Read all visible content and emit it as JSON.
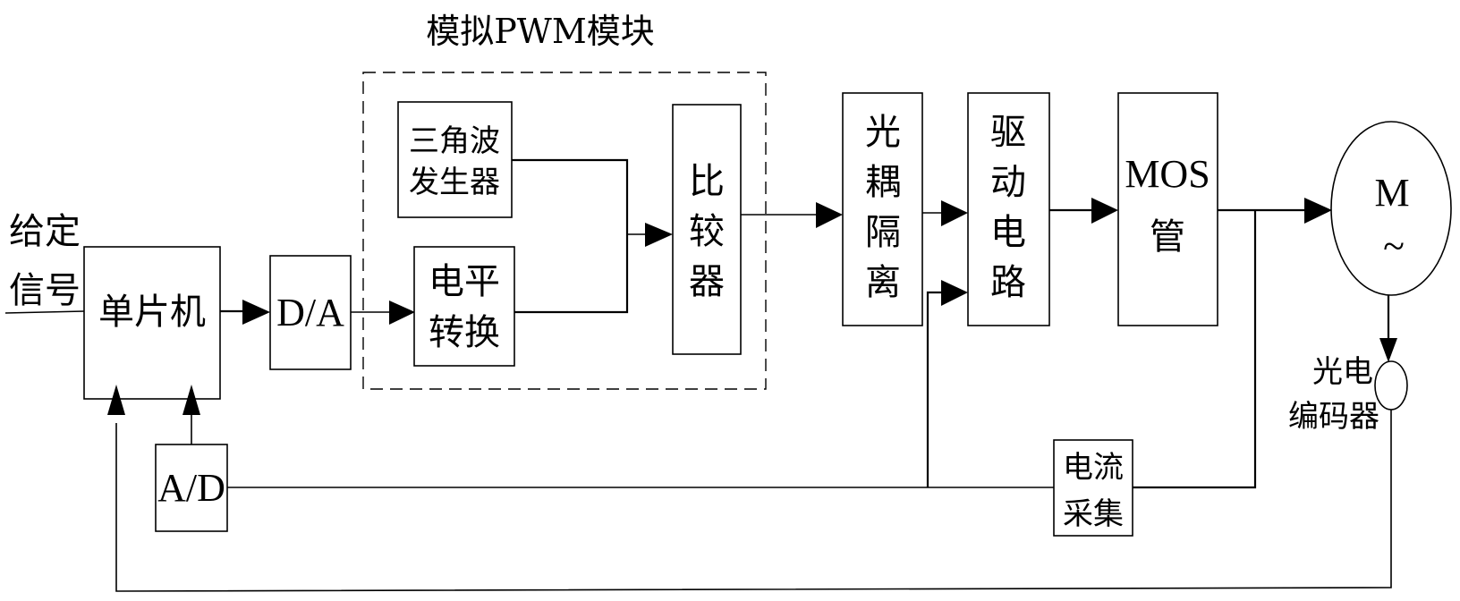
{
  "diagram": {
    "title": "模拟PWM模块",
    "input_label": [
      "给定",
      "信号"
    ],
    "blocks": {
      "mcu": [
        "单片机"
      ],
      "da": [
        "D/A"
      ],
      "triangle_gen": [
        "三角波",
        "发生器"
      ],
      "level_shift": [
        "电平",
        "转换"
      ],
      "comparator": [
        "比",
        "较",
        "器"
      ],
      "optocoupler": [
        "光",
        "耦",
        "隔",
        "离"
      ],
      "driver": [
        "驱",
        "动",
        "电",
        "路"
      ],
      "mos": [
        "MOS",
        "管"
      ],
      "motor": [
        "M",
        "~"
      ],
      "encoder_label": [
        "光电",
        "编码器"
      ],
      "ad": [
        "A/D"
      ],
      "current_sense": [
        "电流",
        "采集"
      ]
    }
  }
}
